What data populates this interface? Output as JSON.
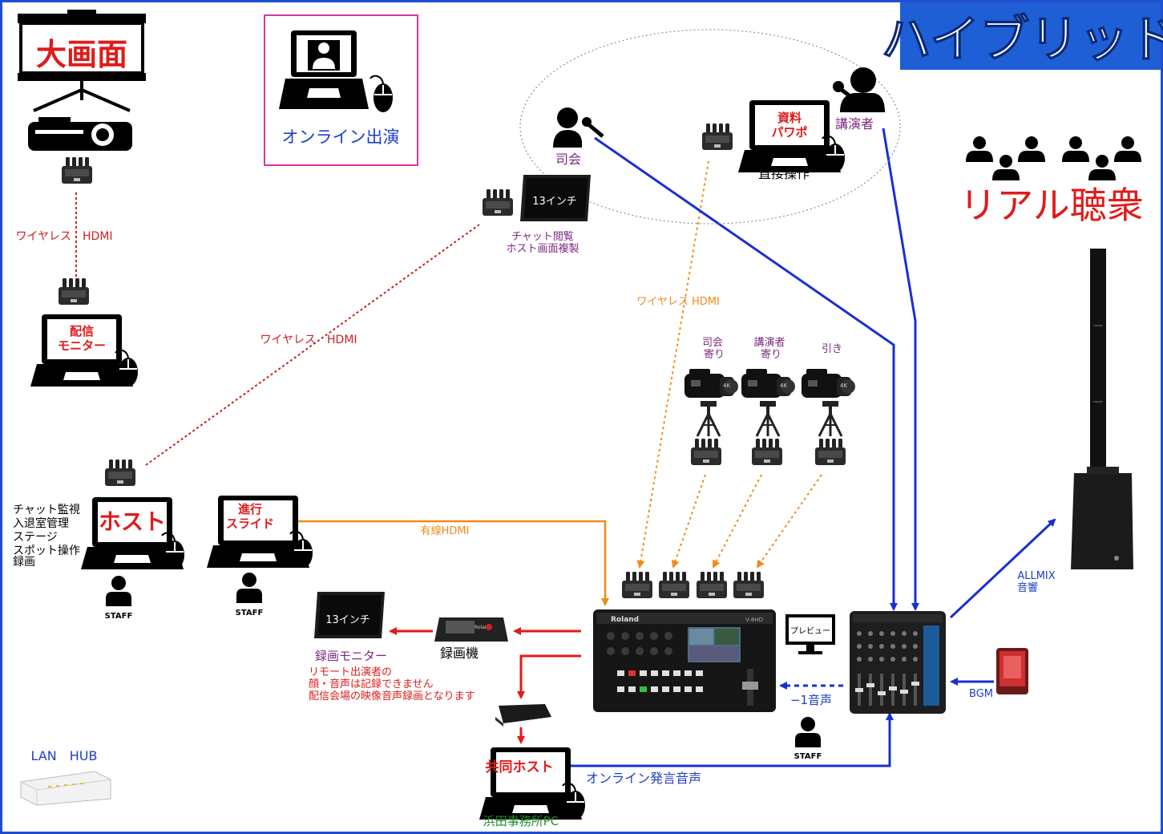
{
  "title_banner": {
    "text": "ハイブリッド",
    "bg": "#1f5fd6",
    "fg": "#ffffff"
  },
  "colors": {
    "frame": "#1f4fd0",
    "blue_line": "#1a2fd0",
    "orange_line": "#ef8a1a",
    "red_dot": "#cc1f1f",
    "red_text": "#e01b1b",
    "purple_text": "#7a2880",
    "blue_text": "#1e3fc8",
    "green_text": "#1f8a2a",
    "online_box": "#d43a9a"
  },
  "screen": {
    "label": "大画面"
  },
  "online": {
    "label": "オンライン出演"
  },
  "venue": {
    "mc": "司会",
    "speaker": "講演者",
    "direct_op": "直接操作",
    "slides_screen": [
      "資料",
      "パワポ"
    ]
  },
  "audience": {
    "label": "リアル聴衆"
  },
  "links": {
    "wireless_hdmi_left": "ワイヤレス　HDMI",
    "wireless_hdmi_diag": "ワイヤレス　HDMI",
    "wireless_hdmi_mid": "ワイヤレス HDMI",
    "wired_hdmi": "有線HDMI",
    "minus_one": "−1音声",
    "online_speech": "オンライン発言音声",
    "bgm": "BGM",
    "allmix": [
      "ALLMIX",
      "音響"
    ]
  },
  "monitor_pc": {
    "screen": [
      "配信",
      "モニター"
    ]
  },
  "chat_monitor": {
    "screen": "13インチ",
    "caption": [
      "チャット閲覧",
      "ホスト画面複製"
    ]
  },
  "host": {
    "screen": "ホスト",
    "tasks": [
      "チャット監視",
      "入退室管理",
      "ステージ",
      "スポット操作",
      "録画"
    ],
    "staff": "STAFF"
  },
  "progress": {
    "screen": [
      "進行",
      "スライド"
    ],
    "staff": "STAFF"
  },
  "cameras": [
    {
      "label": [
        "司会",
        "寄り"
      ]
    },
    {
      "label": [
        "講演者",
        "寄り"
      ]
    },
    {
      "label": [
        "引き"
      ]
    }
  ],
  "recorder": {
    "label": "録画機",
    "brand": "Roland"
  },
  "rec_monitor": {
    "screen": "13インチ",
    "title": "録画モニター",
    "notes": [
      "リモート出演者の",
      "顔・音声は記録できません",
      "配信会場の映像音声録画となります"
    ]
  },
  "preview": {
    "label": "プレビュー"
  },
  "mixer_staff": "STAFF",
  "cohost": {
    "screen": "共同ホスト",
    "caption": "浜田事務所PC"
  },
  "lan": {
    "label": "LAN　HUB"
  },
  "switcher": {
    "brand": "Roland",
    "model": "V-8HD"
  },
  "camera_badge": "4K"
}
